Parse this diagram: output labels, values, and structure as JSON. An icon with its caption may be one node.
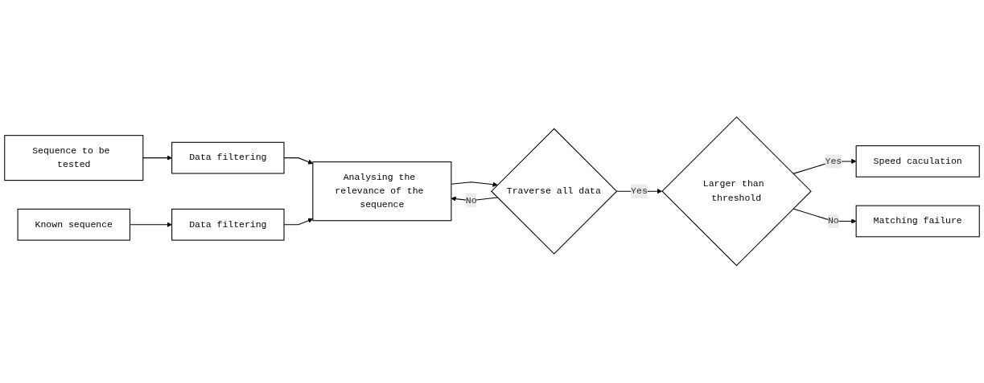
{
  "diagram": {
    "nodes": [
      {
        "text": [
          "Sequence to be tested"
        ]
      },
      {
        "text": [
          "Known sequence"
        ]
      },
      {
        "text": [
          "Speed caculation"
        ]
      },
      {
        "text": [
          "Data filtering"
        ]
      },
      {
        "text": [
          "Data filtering"
        ]
      },
      {
        "text": [
          "Larger than threshold"
        ]
      },
      {
        "text": [
          "Matching failure"
        ]
      },
      {
        "text": [
          "Analysing the relevance of the sequence"
        ]
      },
      {
        "text": [
          "Traverse all data"
        ]
      }
    ],
    "edges": [
      {
        "from": 0,
        "to": 3,
        "arrow": "to"
      },
      {
        "from": 1,
        "to": 4,
        "arrow": "to"
      },
      {
        "from": 3,
        "to": 7,
        "arrow": "to"
      },
      {
        "from": 4,
        "to": 7,
        "arrow": "to"
      },
      {
        "from": 7,
        "to": 8,
        "arrow": "to"
      },
      {
        "from": 8,
        "to": 5,
        "label": "Yes",
        "arrow": "to"
      },
      {
        "from": 5,
        "to": 2,
        "label": "Yes",
        "arrow": "to"
      },
      {
        "from": 5,
        "to": 6,
        "label": "No",
        "arrow": "to"
      },
      {
        "from": 8,
        "to": 7,
        "label": "No",
        "arrow": "to"
      }
    ]
  }
}
